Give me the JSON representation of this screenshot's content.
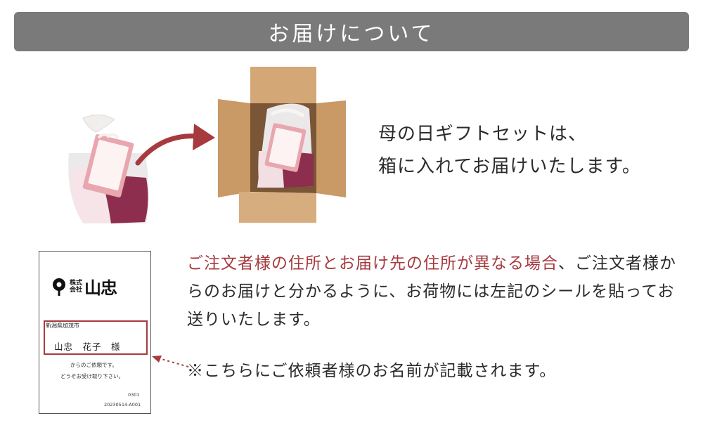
{
  "banner": {
    "title": "お届けについて"
  },
  "intro": {
    "line1": "母の日ギフトセットは、",
    "line2": "箱に入れてお届けいたします。"
  },
  "label_card": {
    "company_small_1": "株式",
    "company_small_2": "会社",
    "company_name": "山忠",
    "address": "新潟県加茂市",
    "recipient": "山忠　花子　様",
    "note_1": "からのご依頼です。",
    "note_2": "どうぞお受け取り下さい。",
    "code_1": "0301",
    "code_2": "20230514-A001"
  },
  "explanation": {
    "highlight": "ご注文者様の住所とお届け先の住所が異なる場合",
    "rest": "、ご注文者様からのお届けと分かるように、お荷物には左記のシールを貼ってお送りいたします。"
  },
  "footnote": "※こちらにご依頼者様のお名前が記載されます。",
  "colors": {
    "banner": "#7a7a7a",
    "accent": "#a63a3f",
    "text": "#2b2b2b"
  }
}
